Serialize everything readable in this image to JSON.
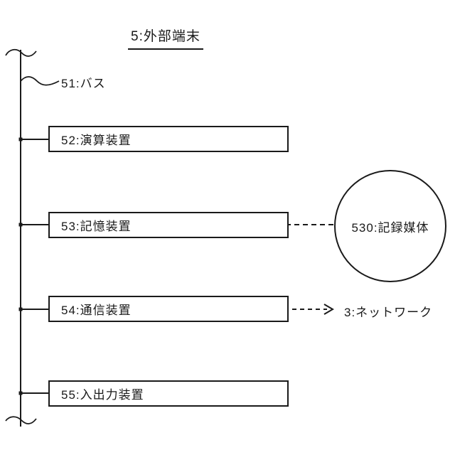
{
  "diagram": {
    "title": "5:外部端末",
    "bus": {
      "label": "51:バス"
    },
    "boxes": [
      {
        "id": "52",
        "label": "52:演算装置"
      },
      {
        "id": "53",
        "label": "53:記憶装置"
      },
      {
        "id": "54",
        "label": "54:通信装置"
      },
      {
        "id": "55",
        "label": "55:入出力装置"
      }
    ],
    "circle": {
      "label": "530:記録媒体"
    },
    "network": {
      "label": "3:ネットワーク"
    },
    "colors": {
      "line": "#1a1a1a",
      "background": "#ffffff"
    }
  }
}
